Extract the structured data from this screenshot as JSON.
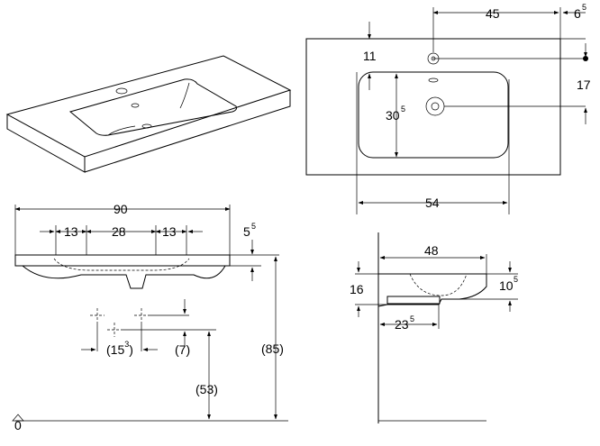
{
  "top_view": {
    "width_45": "45",
    "offset_6": "6",
    "offset_6_sup": "5",
    "edge_11": "11",
    "depth_30": "30",
    "depth_30_sup": "5",
    "hole_17": "17",
    "bowl_54": "54"
  },
  "front_view": {
    "width_90": "90",
    "span_13_left": "13",
    "span_28": "28",
    "span_13_right": "13",
    "thick_5": "5",
    "thick_5_sup": "5",
    "pipe_15": "(15",
    "pipe_15_sup": "3",
    "pipe_15_close": ")",
    "pipe_7": "(7)",
    "height_53": "(53)",
    "height_85": "(85)",
    "floor_zero": "0"
  },
  "side_view": {
    "depth_48": "48",
    "height_16": "16",
    "height_10": "10",
    "height_10_sup": "5",
    "drain_23": "23",
    "drain_23_sup": "5"
  }
}
